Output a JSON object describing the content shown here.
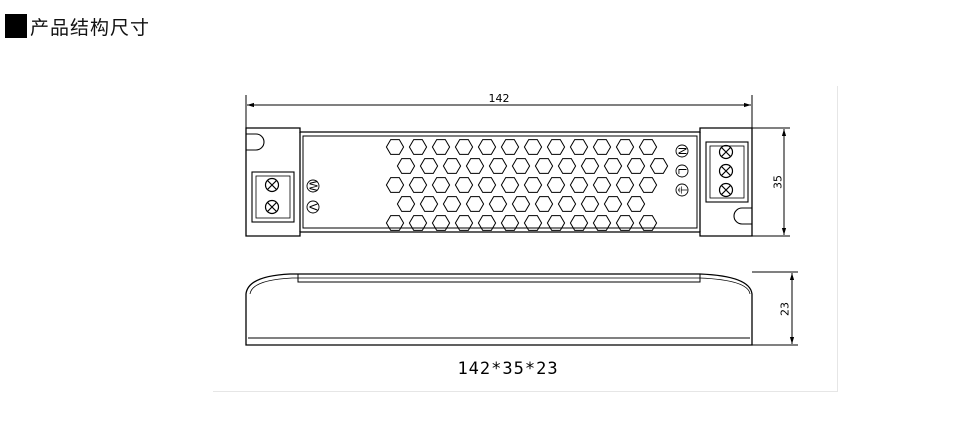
{
  "header": {
    "title": "产品结构尺寸"
  },
  "drawing": {
    "dimension_length": "142",
    "dimension_width": "35",
    "dimension_height": "23",
    "caption": "142*35*23",
    "terminal_left_symbols": [
      "W",
      "V"
    ],
    "terminal_right_symbols": [
      "N",
      "L",
      "⏚"
    ]
  },
  "colors": {
    "line": "#000000",
    "background": "#ffffff"
  }
}
